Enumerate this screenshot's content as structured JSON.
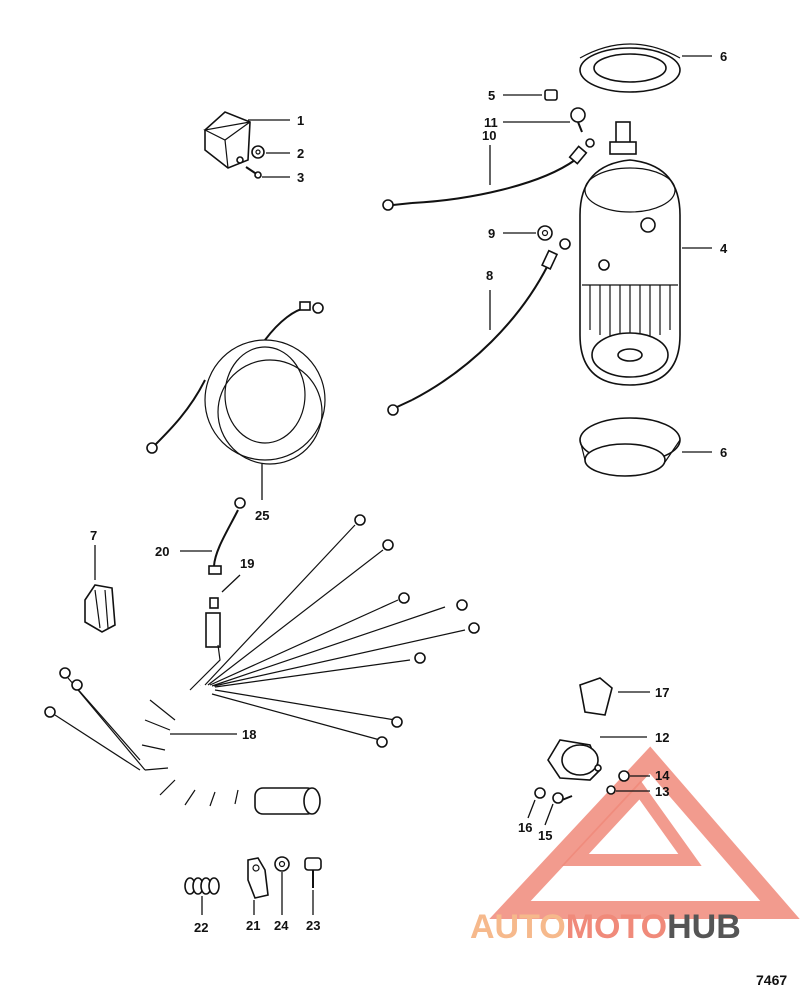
{
  "diagram": {
    "figure_number": "7467",
    "callouts": [
      {
        "id": "c1",
        "label": "1"
      },
      {
        "id": "c2",
        "label": "2"
      },
      {
        "id": "c3",
        "label": "3"
      },
      {
        "id": "c4",
        "label": "4"
      },
      {
        "id": "c5",
        "label": "5"
      },
      {
        "id": "c6a",
        "label": "6"
      },
      {
        "id": "c6b",
        "label": "6"
      },
      {
        "id": "c7",
        "label": "7"
      },
      {
        "id": "c8",
        "label": "8"
      },
      {
        "id": "c9",
        "label": "9"
      },
      {
        "id": "c10",
        "label": "10"
      },
      {
        "id": "c11",
        "label": "11"
      },
      {
        "id": "c12",
        "label": "12"
      },
      {
        "id": "c13",
        "label": "13"
      },
      {
        "id": "c14",
        "label": "14"
      },
      {
        "id": "c15",
        "label": "15"
      },
      {
        "id": "c16",
        "label": "16"
      },
      {
        "id": "c17",
        "label": "17"
      },
      {
        "id": "c18",
        "label": "18"
      },
      {
        "id": "c19",
        "label": "19"
      },
      {
        "id": "c20",
        "label": "20"
      },
      {
        "id": "c21",
        "label": "21"
      },
      {
        "id": "c22",
        "label": "22"
      },
      {
        "id": "c23",
        "label": "23"
      },
      {
        "id": "c24",
        "label": "24"
      },
      {
        "id": "c25",
        "label": "25"
      }
    ]
  },
  "watermark": {
    "part1": "AUTO",
    "part2": "MOTO",
    "part3": "HUB",
    "color_primary": "#f08a7a",
    "color_secondary": "#f6b98c",
    "color_dark": "#555555"
  }
}
